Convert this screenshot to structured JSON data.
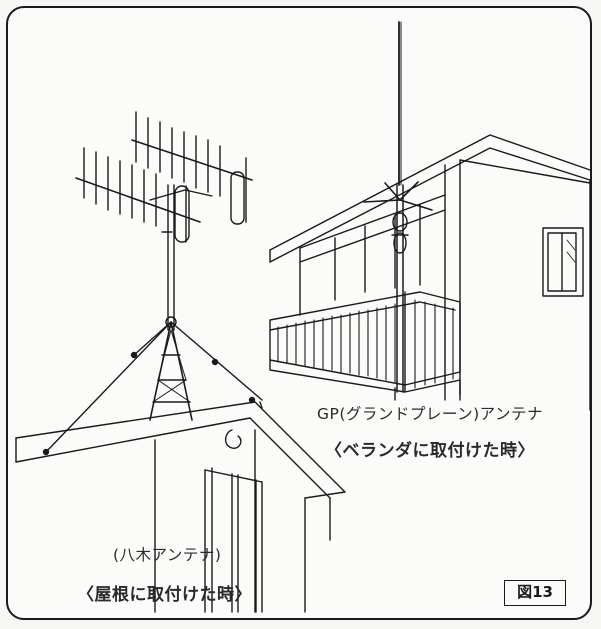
{
  "labels": {
    "gp_name": "GP(グランドプレーン)アンテナ",
    "gp_caption": "〈ベランダに取付けた時〉",
    "yagi_name": "(八木アンテナ)",
    "yagi_caption": "〈屋根に取付けた時〉",
    "figure": "図13"
  },
  "colors": {
    "ink": "#1a1a1a",
    "paper": "#fbfbf9"
  }
}
